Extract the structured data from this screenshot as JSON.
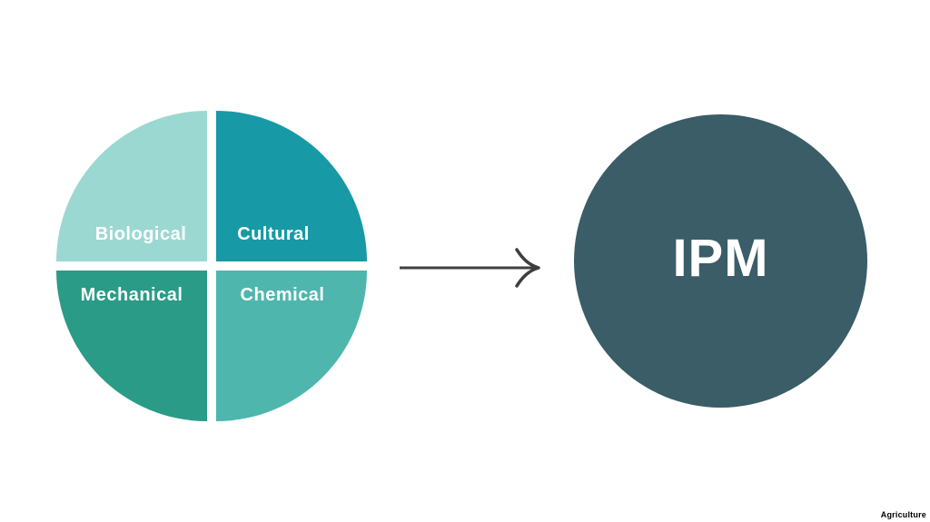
{
  "diagram": {
    "title_semantic": "IPM components diagram",
    "pie": {
      "gap_color": "#ffffff",
      "label_text_color": "#ffffff",
      "quadrants": [
        {
          "label": "Biological",
          "position": "top-left",
          "color": "#9cd8d2"
        },
        {
          "label": "Cultural",
          "position": "top-right",
          "color": "#1899a6"
        },
        {
          "label": "Mechanical",
          "position": "bottom-left",
          "color": "#2a9b87"
        },
        {
          "label": "Chemical",
          "position": "bottom-right",
          "color": "#4fb6ae"
        }
      ]
    },
    "arrow": {
      "direction": "right",
      "color": "#3f3f3f"
    },
    "result": {
      "label": "IPM",
      "circle_color": "#3a5d68",
      "text_color": "#ffffff"
    },
    "watermark": "Agriculture"
  }
}
